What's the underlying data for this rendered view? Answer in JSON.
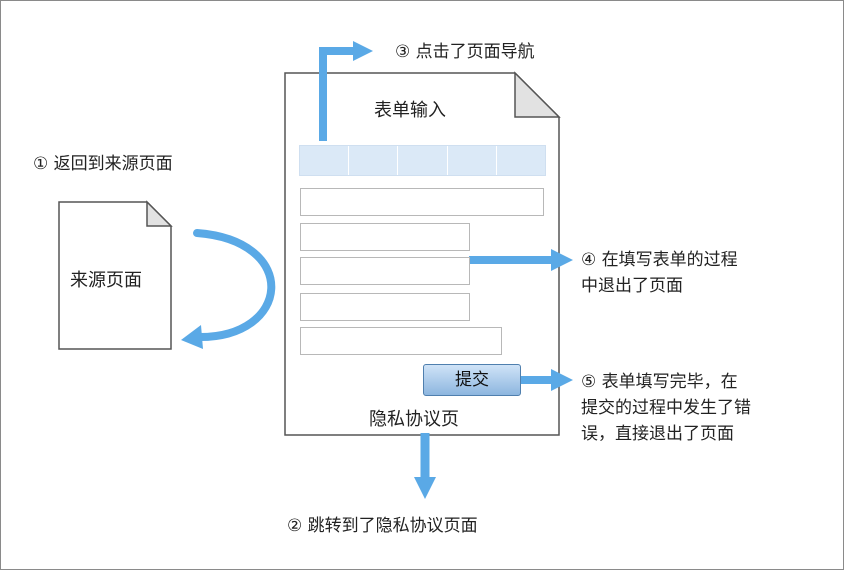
{
  "form_page": {
    "title": "表单输入",
    "submit_label": "提交",
    "privacy_link": "隐私协议页"
  },
  "source_page": {
    "label": "来源页面"
  },
  "annotations": {
    "back_to_source": "① 返回到来源页面",
    "jump_privacy": "② 跳转到了隐私协议页面",
    "click_nav": "③ 点击了页面导航",
    "exit_filling_line1": "④ 在填写表单的过程",
    "exit_filling_line2": "中退出了页面",
    "exit_submit_line1": "⑤ 表单填写完毕，在",
    "exit_submit_line2": "提交的过程中发生了错",
    "exit_submit_line3": "误，直接退出了页面"
  },
  "colors": {
    "arrow": "#5aa9e6",
    "nav_bar": "#dbe9f7",
    "button_top": "#cfe3f7",
    "button_bottom": "#8db6df"
  }
}
